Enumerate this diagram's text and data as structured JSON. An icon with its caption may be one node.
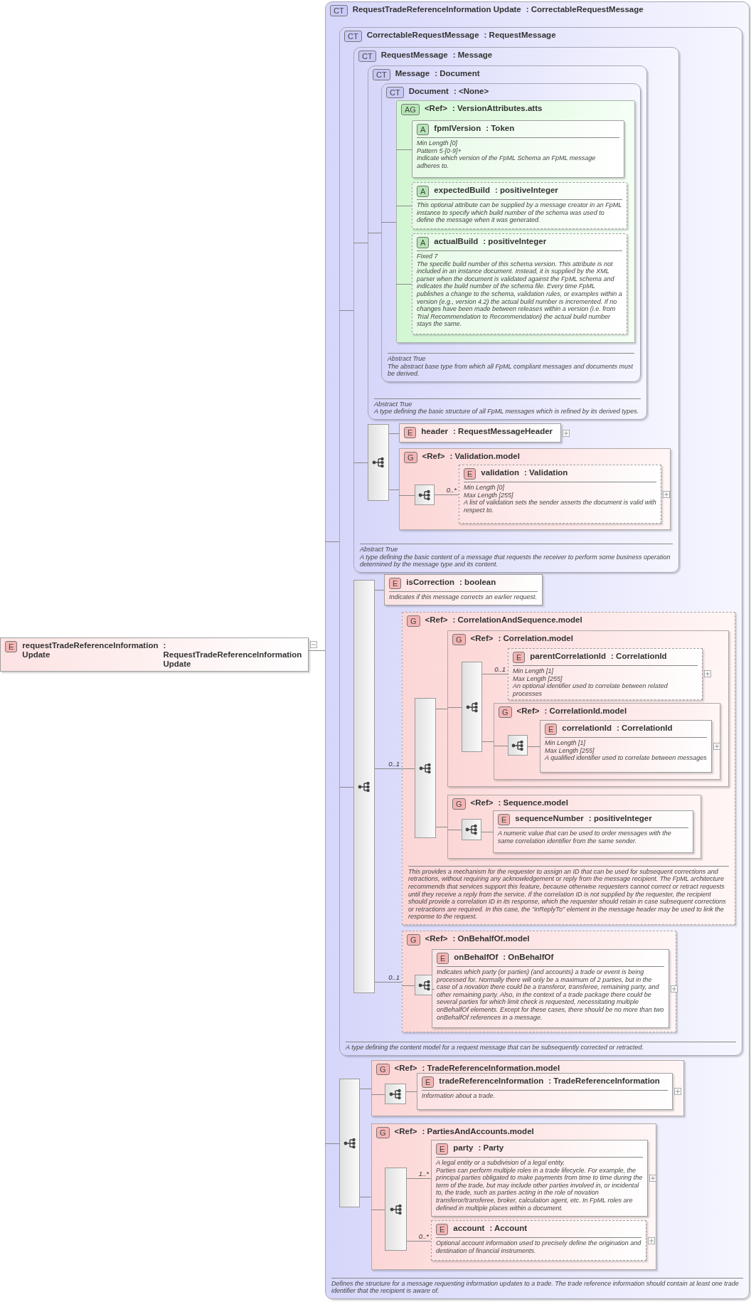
{
  "diagram": {
    "nodes": [
      {
        "text": [
          "E",
          "requestTradeReferenceInformation Update",
          ": RequestTradeReferenceInformation Update"
        ]
      },
      {
        "text": [
          "CT",
          "RequestTradeReferenceInformation Update",
          ": CorrectableRequestMessage",
          "Defines the structure for a message requesting information updates to a trade. The trade reference information should contain at least one trade identifier that the recipient is aware of."
        ]
      },
      {
        "text": [
          "CT",
          "CorrectableRequestMessage",
          ": RequestMessage",
          "A type defining the content model for a request message that can be subsequently corrected or retracted."
        ],
        "in": 1
      },
      {
        "text": [
          "CT",
          "RequestMessage",
          ": Message",
          "Abstract True",
          "A type defining the basic content of a message that requests the receiver to perform some business operation determined by the message type and its content."
        ],
        "in": 2
      },
      {
        "text": [
          "CT",
          "Message",
          ": Document",
          "Abstract True",
          "A type defining the basic structure of all FpML messages which is refined by its derived types."
        ],
        "in": 3
      },
      {
        "text": [
          "CT",
          "Document",
          ": <None>",
          "Abstract True",
          "The abstract base type from which all FpML compliant messages and documents must be derived."
        ],
        "in": 4
      },
      {
        "text": [
          "AG",
          "<Ref>",
          ": VersionAttributes.atts"
        ],
        "in": 5
      },
      {
        "text": [
          "A",
          "fpmlVersion",
          ": Token",
          "Min Length [0]",
          "Pattern 5-[0-9]+",
          "Indicate which version of the FpML Schema an FpML message adheres to."
        ],
        "in": 6
      },
      {
        "text": [
          "A",
          "expectedBuild",
          ": positiveInteger",
          "This optional attribute can be supplied by a message creator in an FpML instance to specify which build number of the schema was used to define the message when it was generated."
        ],
        "in": 6
      },
      {
        "text": [
          "A",
          "actualBuild",
          ": positiveInteger",
          "Fixed 7",
          "The specific build number of this schema version. This attribute is not included in an instance document. Instead, it is supplied by the XML parser when the document is validated against the FpML schema and indicates the build number of the schema file. Every time FpML publishes a change to the schema, validation rules, or examples within a version (e.g., version 4.2) the actual build number is incremented. If no changes have been made between releases within a version (i.e. from Trial Recommendation to Recommendation) the actual build number stays the same."
        ],
        "in": 6
      },
      {
        "text": [],
        "shape": "box",
        "in": 3
      },
      {
        "text": [
          "E",
          "header",
          ": RequestMessageHeader"
        ],
        "in": 3
      },
      {
        "text": [
          "G",
          "<Ref>",
          ": Validation.model"
        ],
        "in": 3
      },
      {
        "text": [],
        "shape": "box",
        "in": 12
      },
      {
        "text": [
          "E",
          "validation",
          ": Validation",
          "Min Length [0]",
          "Max Length [255]",
          "A list of validation sets the sender asserts the document is valid with respect to."
        ],
        "in": 12
      },
      {
        "text": [],
        "shape": "box",
        "in": 2
      },
      {
        "text": [
          "E",
          "isCorrection",
          ": boolean",
          "Indicates if this message corrects an earlier request."
        ],
        "in": 2
      },
      {
        "text": [
          "G",
          "<Ref>",
          ": CorrelationAndSequence.model",
          "This provides a mechanism for the requester to assign an ID that can be used for subsequent corrections and retractions, without requiring any acknowledgement or reply from the message recipient. The FpML architecture recommends that services support this feature, because otherwise requesters cannot correct or retract requests until they receive a reply from the service. If the correlation ID is not supplied by the requester, the recipient should provide a correlation ID in its response, which the requester should retain in case subsequent corrections or retractions are required. In this case, the \"inReplyTo\" element in the message header may be used to link the response to the request."
        ],
        "in": 2
      },
      {
        "text": [],
        "shape": "box",
        "in": 17
      },
      {
        "text": [
          "G",
          "<Ref>",
          ": Correlation.model"
        ],
        "in": 17
      },
      {
        "text": [],
        "shape": "box",
        "in": 19
      },
      {
        "text": [
          "E",
          "parentCorrelationId",
          ": CorrelationId",
          "Min Length [1]",
          "Max Length [255]",
          "An optional identifier used to correlate between related processes"
        ],
        "in": 19
      },
      {
        "text": [
          "G",
          "<Ref>",
          ": CorrelationId.model"
        ],
        "in": 19
      },
      {
        "text": [],
        "shape": "box",
        "in": 22
      },
      {
        "text": [
          "E",
          "correlationId",
          ": CorrelationId",
          "Min Length [1]",
          "Max Length [255]",
          "A qualified identifier used to correlate between messages"
        ],
        "in": 22
      },
      {
        "text": [
          "G",
          "<Ref>",
          ": Sequence.model"
        ],
        "in": 17
      },
      {
        "text": [],
        "shape": "box",
        "in": 25
      },
      {
        "text": [
          "E",
          "sequenceNumber",
          ": positiveInteger",
          "A numeric value that can be used to order messages with the same correlation identifier from the same sender."
        ],
        "in": 25
      },
      {
        "text": [
          "G",
          "<Ref>",
          ": OnBehalfOf.model"
        ],
        "in": 2
      },
      {
        "text": [],
        "shape": "box",
        "in": 28
      },
      {
        "text": [
          "E",
          "onBehalfOf",
          ": OnBehalfOf",
          "Indicates which party (or parties) (and accounts) a trade or event is being processed for. Normally there will only be a maximum of 2 parties, but in the case of a novation there could be a transferor, transferee, remaining party, and other remaining party. Also, in the context of a trade package there could be several parties for which limit check is requested, necessitating multiple onBehalfOf elements. Except for these cases, there should be no more than two onBehalfOf references in a message."
        ],
        "in": 28
      },
      {
        "text": [],
        "shape": "box",
        "in": 1
      },
      {
        "text": [
          "G",
          "<Ref>",
          ": TradeReferenceInformation.model"
        ],
        "in": 1
      },
      {
        "text": [],
        "shape": "box",
        "in": 32
      },
      {
        "text": [
          "E",
          "tradeReferenceInformation",
          ": TradeReferenceInformation",
          "Information about a trade."
        ],
        "in": 32
      },
      {
        "text": [
          "G",
          "<Ref>",
          ": PartiesAndAccounts.model"
        ],
        "in": 1
      },
      {
        "text": [],
        "shape": "box",
        "in": 35
      },
      {
        "text": [
          "E",
          "party",
          ": Party",
          "A legal entity or a subdivision of a legal entity.",
          "Parties can perform multiple roles in a trade lifecycle. For example, the principal parties obligated to make payments from time to time during the term of the trade, but may include other parties involved in, or incidental to, the trade, such as parties acting in the role of novation transferor/transferee, broker, calculation agent, etc. In FpML roles are defined in multiple places within a document."
        ],
        "in": 35
      },
      {
        "text": [
          "E",
          "account",
          ": Account",
          "Optional account information used to precisely define the origination and destination of financial instruments."
        ],
        "in": 35
      }
    ],
    "edges": [
      {
        "from": 0,
        "to": 1,
        "arrow": "none"
      },
      {
        "from": 1,
        "to": 2,
        "arrow": "none"
      },
      {
        "from": 2,
        "to": 3,
        "arrow": "none"
      },
      {
        "from": 3,
        "to": 4,
        "arrow": "none"
      },
      {
        "from": 4,
        "to": 5,
        "arrow": "none"
      },
      {
        "from": 5,
        "to": 6,
        "arrow": "none"
      },
      {
        "from": 6,
        "to": 7,
        "arrow": "none"
      },
      {
        "from": 6,
        "to": 8,
        "arrow": "none"
      },
      {
        "from": 6,
        "to": 9,
        "arrow": "none"
      },
      {
        "from": 3,
        "to": 10,
        "arrow": "none"
      },
      {
        "from": 10,
        "to": 11,
        "arrow": "none"
      },
      {
        "from": 10,
        "to": 12,
        "arrow": "none"
      },
      {
        "from": 12,
        "to": 13,
        "arrow": "none"
      },
      {
        "from": 13,
        "to": 14,
        "arrow": "none",
        "label": "0..*"
      },
      {
        "from": 2,
        "to": 15,
        "arrow": "none"
      },
      {
        "from": 15,
        "to": 16,
        "arrow": "none"
      },
      {
        "from": 15,
        "to": 17,
        "arrow": "none",
        "label": "0..1"
      },
      {
        "from": 17,
        "to": 18,
        "arrow": "none"
      },
      {
        "from": 18,
        "to": 19,
        "arrow": "none"
      },
      {
        "from": 19,
        "to": 20,
        "arrow": "none"
      },
      {
        "from": 20,
        "to": 21,
        "arrow": "none",
        "label": "0..1"
      },
      {
        "from": 20,
        "to": 22,
        "arrow": "none"
      },
      {
        "from": 22,
        "to": 23,
        "arrow": "none"
      },
      {
        "from": 23,
        "to": 24,
        "arrow": "none"
      },
      {
        "from": 18,
        "to": 25,
        "arrow": "none"
      },
      {
        "from": 25,
        "to": 26,
        "arrow": "none"
      },
      {
        "from": 26,
        "to": 27,
        "arrow": "none"
      },
      {
        "from": 15,
        "to": 28,
        "arrow": "none",
        "label": "0..1"
      },
      {
        "from": 28,
        "to": 29,
        "arrow": "none"
      },
      {
        "from": 29,
        "to": 30,
        "arrow": "none"
      },
      {
        "from": 1,
        "to": 31,
        "arrow": "none"
      },
      {
        "from": 31,
        "to": 32,
        "arrow": "none"
      },
      {
        "from": 32,
        "to": 33,
        "arrow": "none"
      },
      {
        "from": 33,
        "to": 34,
        "arrow": "none"
      },
      {
        "from": 31,
        "to": 35,
        "arrow": "none"
      },
      {
        "from": 35,
        "to": 36,
        "arrow": "none"
      },
      {
        "from": 36,
        "to": 37,
        "arrow": "none",
        "label": "1..*"
      },
      {
        "from": 36,
        "to": 38,
        "arrow": "none",
        "label": "0..*"
      }
    ]
  }
}
